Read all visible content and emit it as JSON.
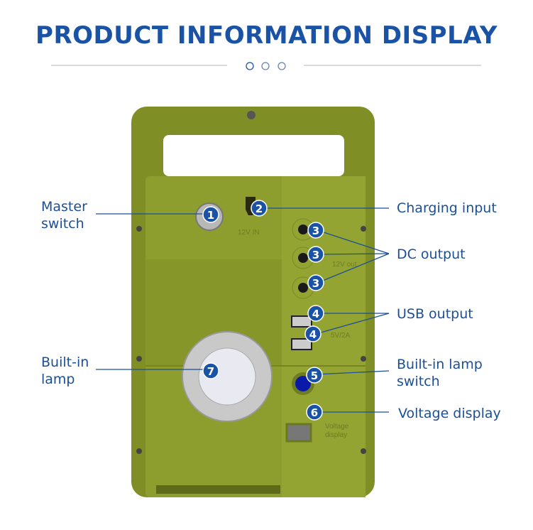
{
  "header": {
    "title": "PRODUCT INFORMATION DISPLAY"
  },
  "colors": {
    "title": "#1a52a5",
    "badge": "#1a52a5",
    "device": "#8b9b2c",
    "line": "#1c4f96"
  },
  "callouts": [
    {
      "number": "1",
      "label_lines": [
        "Master",
        "switch"
      ]
    },
    {
      "number": "2",
      "label_lines": [
        "Charging input"
      ]
    },
    {
      "number": "3",
      "label_lines": [
        "DC output"
      ]
    },
    {
      "number": "4",
      "label_lines": [
        "USB output"
      ]
    },
    {
      "number": "5",
      "label_lines": [
        "Built-in lamp",
        "switch"
      ]
    },
    {
      "number": "6",
      "label_lines": [
        "Voltage display"
      ]
    },
    {
      "number": "7",
      "label_lines": [
        "Built-in",
        "lamp"
      ]
    }
  ],
  "device_print": {
    "charging": "12V IN",
    "dc": "12V out",
    "usb": "5V/2A",
    "voltage_1": "Voltage",
    "voltage_2": "display"
  }
}
